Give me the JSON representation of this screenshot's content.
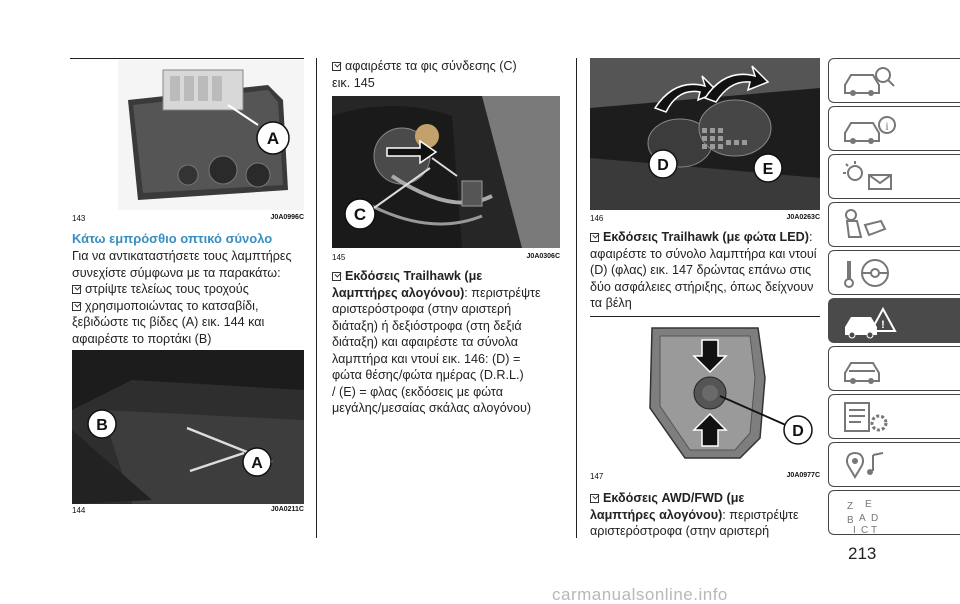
{
  "figures": {
    "fig143": {
      "number": "143",
      "code": "J0A0996C",
      "label_a": "A"
    },
    "fig144": {
      "number": "144",
      "code": "J0A0211C",
      "label_b": "B",
      "label_a": "A"
    },
    "fig145": {
      "number": "145",
      "code": "J0A0306C",
      "label_c": "C"
    },
    "fig146": {
      "number": "146",
      "code": "J0A0263C",
      "label_d": "D",
      "label_e": "E"
    },
    "fig147": {
      "number": "147",
      "code": "J0A0977C",
      "label_d": "D"
    }
  },
  "col1": {
    "heading": "Κάτω εμπρόσθιο οπτικό σύνολο",
    "intro_1": "Για να αντικαταστήσετε τους λαμπτήρες",
    "intro_2": "συνεχίστε σύμφωνα με τα παρακάτω:",
    "step1": "στρίψτε τελείως τους τροχούς",
    "step2_1": "χρησιμοποιώντας το κατσαβίδι,",
    "step2_2": "ξεβιδώστε τις βίδες (A) εικ. 144 και",
    "step2_3": "αφαιρέστε το πορτάκι (B)"
  },
  "col2": {
    "step3_1": "αφαιρέστε τα φις σύνδεσης (C)",
    "step3_2": "εικ. 145",
    "bold_1": "Εκδόσεις Trailhawk (με",
    "bold_2": "λαμπτήρες αλογόνου)",
    "p_1": ": περιστρέψτε",
    "p_2": "αριστερόστροφα (στην αριστερή",
    "p_3": "διάταξη) ή δεξιόστροφα (στη δεξιά",
    "p_4": "διάταξη) και αφαιρέστε τα σύνολα",
    "p_5": "λαμπτήρα και ντουί εικ. 146: (D) =",
    "p_6": "φώτα θέσης/φώτα ημέρας (D.R.L.)",
    "p_7": "/ (E) = φλας (εκδόσεις με φώτα",
    "p_8": "μεγάλης/μεσαίας σκάλας αλογόνου)"
  },
  "col3": {
    "bold_a": "Εκδόσεις Trailhawk (με φώτα LED)",
    "a_rest": ":",
    "a_2": "αφαιρέστε το σύνολο λαμπτήρα και ντουί",
    "a_3": "(D) (φλας) εικ. 147 δρώντας επάνω στις",
    "a_4": "δύο ασφάλειες στήριξης, όπως δείχνουν",
    "a_5": "τα βέλη",
    "bold_b1": "Εκδόσεις AWD/FWD (με",
    "bold_b2": "λαμπτήρες αλογόνου)",
    "b_1": ": περιστρέψτε",
    "b_2": "αριστερόστροφα (στην αριστερή"
  },
  "sidebar": {
    "icons": [
      "car-search-icon",
      "car-info-icon",
      "warning-light-message-icon",
      "hand-pointing-icon",
      "tools-steering-icon",
      "car-breakdown-icon",
      "car-maintenance-icon",
      "checklist-gear-icon",
      "media-navigation-icon",
      "alphabet-index-icon"
    ],
    "active_index": 5,
    "active_color": "#4a4a4a"
  },
  "page": {
    "number": "213"
  },
  "watermark": "carmanualsonline.info"
}
